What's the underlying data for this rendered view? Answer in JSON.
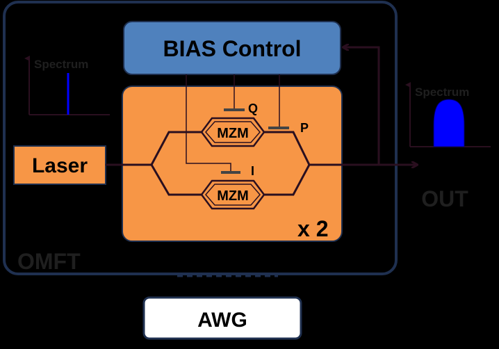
{
  "diagram": {
    "bias_control": {
      "label": "BIAS Control"
    },
    "laser": {
      "label": "Laser"
    },
    "modulator_block": {
      "mzm_upper_label": "MZM",
      "mzm_lower_label": "MZM",
      "q_label": "Q",
      "i_label": "I",
      "p_label": "P",
      "multiplier_label": "x 2"
    },
    "input_spectrum": {
      "label": "Spectrum"
    },
    "output_spectrum": {
      "label": "Spectrum"
    },
    "out_label": "OUT",
    "omft_label": "OMFT",
    "awg": {
      "label": "AWG"
    }
  },
  "colors": {
    "background": "#000000",
    "outline": "#1f3050",
    "bias_control_fill": "#4f81bd",
    "orange_fill": "#f79646",
    "line": "#2a0f1f",
    "spectrum_line": "#0000ff",
    "label_gray": "#1f1f1f",
    "awg_fill": "#ffffff"
  }
}
